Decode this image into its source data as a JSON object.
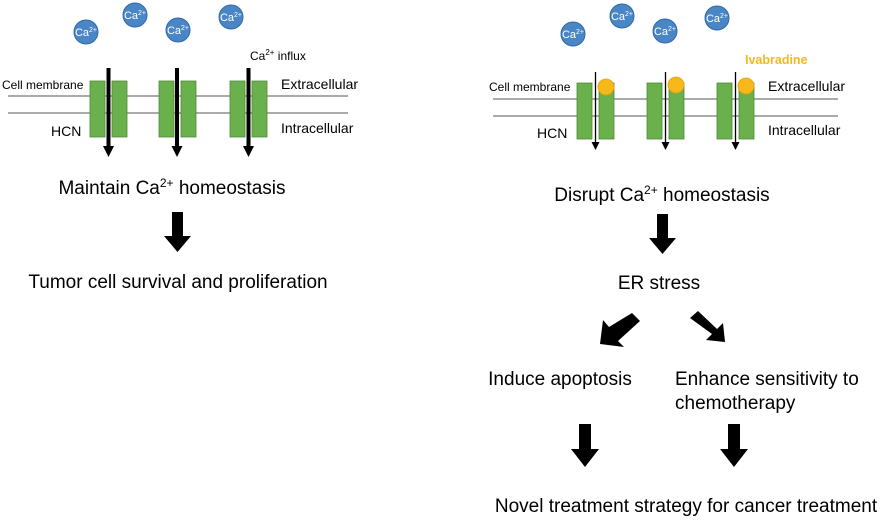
{
  "colors": {
    "ion_fill": "#4a86c6",
    "ion_stroke": "#2f6aa8",
    "channel_fill": "#6ab04c",
    "channel_stroke": "#4e8a35",
    "drug_fill": "#f6b81a",
    "drug_label": "#f6b81a",
    "arrow": "#000000",
    "membrane": "#555555"
  },
  "ion": {
    "base": "Ca",
    "charge": "2+"
  },
  "left": {
    "membrane_label": "Cell membrane",
    "extracellular_label": "Extracellular",
    "intracellular_label": "Intracellular",
    "channel_label": "HCN",
    "influx_base": "Ca",
    "influx_charge": "2+",
    "influx_suffix": " influx",
    "step1_prefix": "Maintain Ca",
    "step1_charge": "2+",
    "step1_suffix": " homeostasis",
    "step2": "Tumor cell survival and proliferation"
  },
  "right": {
    "membrane_label": "Cell membrane",
    "extracellular_label": "Extracellular",
    "intracellular_label": "Intracellular",
    "channel_label": "HCN",
    "drug_label": "Ivabradine",
    "step1_prefix": "Disrupt Ca",
    "step1_charge": "2+",
    "step1_suffix": " homeostasis",
    "step2": "ER stress",
    "branch_left": "Induce apoptosis",
    "branch_right_line1": "Enhance sensitivity to",
    "branch_right_line2": "chemotherapy",
    "final": "Novel treatment strategy for cancer treatment"
  }
}
